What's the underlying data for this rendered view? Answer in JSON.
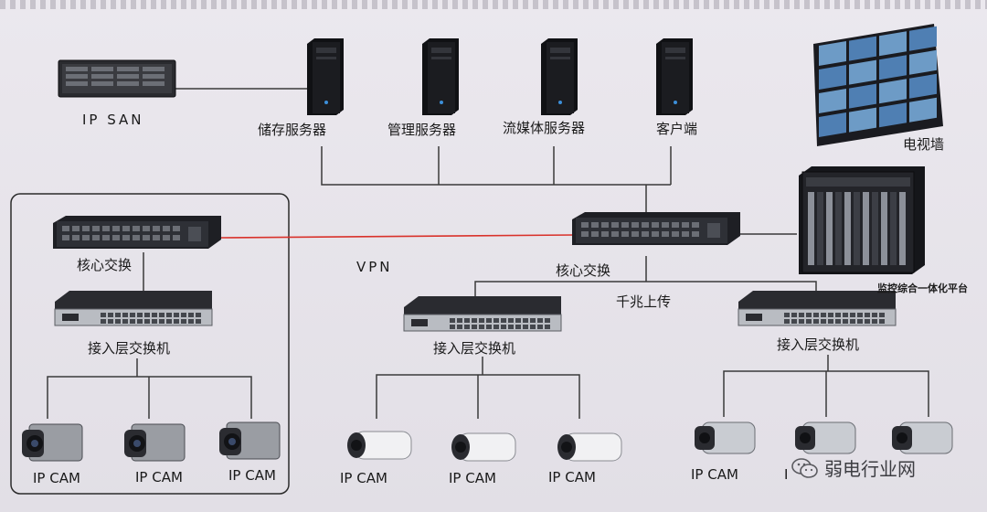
{
  "labels": {
    "ip_san": "IP SAN",
    "storage_server": "储存服务器",
    "management_server": "管理服务器",
    "streaming_server": "流媒体服务器",
    "client": "客户端",
    "video_wall": "电视墙",
    "core_switch_left": "核心交换",
    "vpn": "VPN",
    "core_switch_center": "核心交换",
    "gigabit_uplink": "千兆上传",
    "platform": "监控综合一体化平台",
    "access_switch_1": "接入层交换机",
    "access_switch_2": "接入层交换机",
    "access_switch_3": "接入层交换机",
    "cam_1": "IP CAM",
    "cam_2": "IP CAM",
    "cam_3": "IP CAM",
    "cam_4": "IP CAM",
    "cam_5": "IP CAM",
    "cam_6": "IP CAM",
    "cam_7": "IP CAM",
    "cam_8": "I"
  },
  "watermark": {
    "text": "弱电行业网",
    "icon": "wechat-icon"
  },
  "colors": {
    "vpn_link": "#d9322b",
    "wire": "#3a3a3a",
    "device": "#1e1f22"
  }
}
